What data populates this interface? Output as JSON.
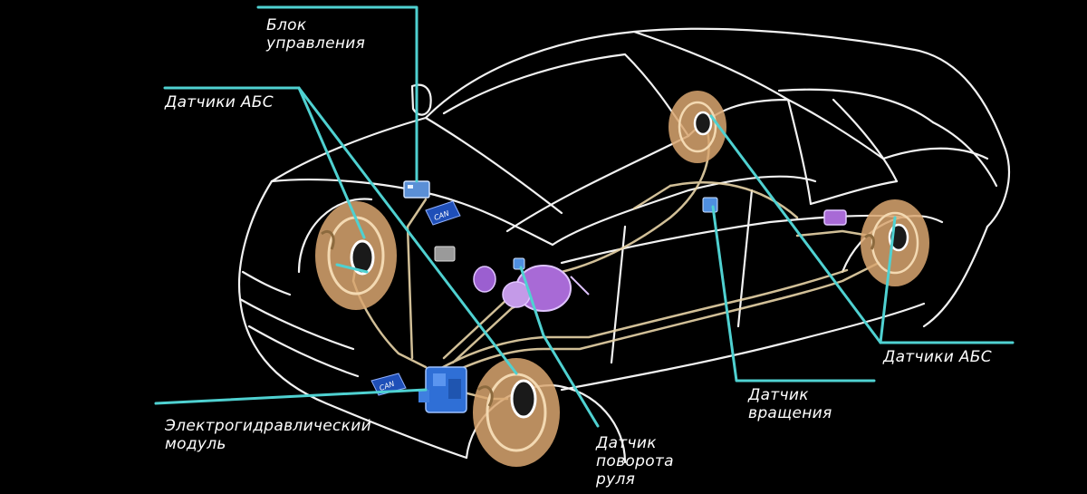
{
  "labels": {
    "control_unit": [
      "Блок",
      "управления"
    ],
    "abs_sensors_left": "Датчики АБС",
    "abs_sensors_right": "Датчики АБС",
    "rotation_sensor": [
      "Датчик",
      "вращения"
    ],
    "steering_sensor": [
      "Датчик",
      "поворота",
      "руля"
    ],
    "hydraulic_module": [
      "Электрогидравлический",
      "модуль"
    ],
    "can": "CAN"
  },
  "colors": {
    "background": "#000000",
    "body_outline": "#ffffff",
    "leader_lines": "#4fd1d1",
    "brake_lines": "#e8d4a8",
    "brake_disc": "#d9a670",
    "module_blue": "#2f6fd6",
    "booster_purple": "#a86ad6"
  }
}
